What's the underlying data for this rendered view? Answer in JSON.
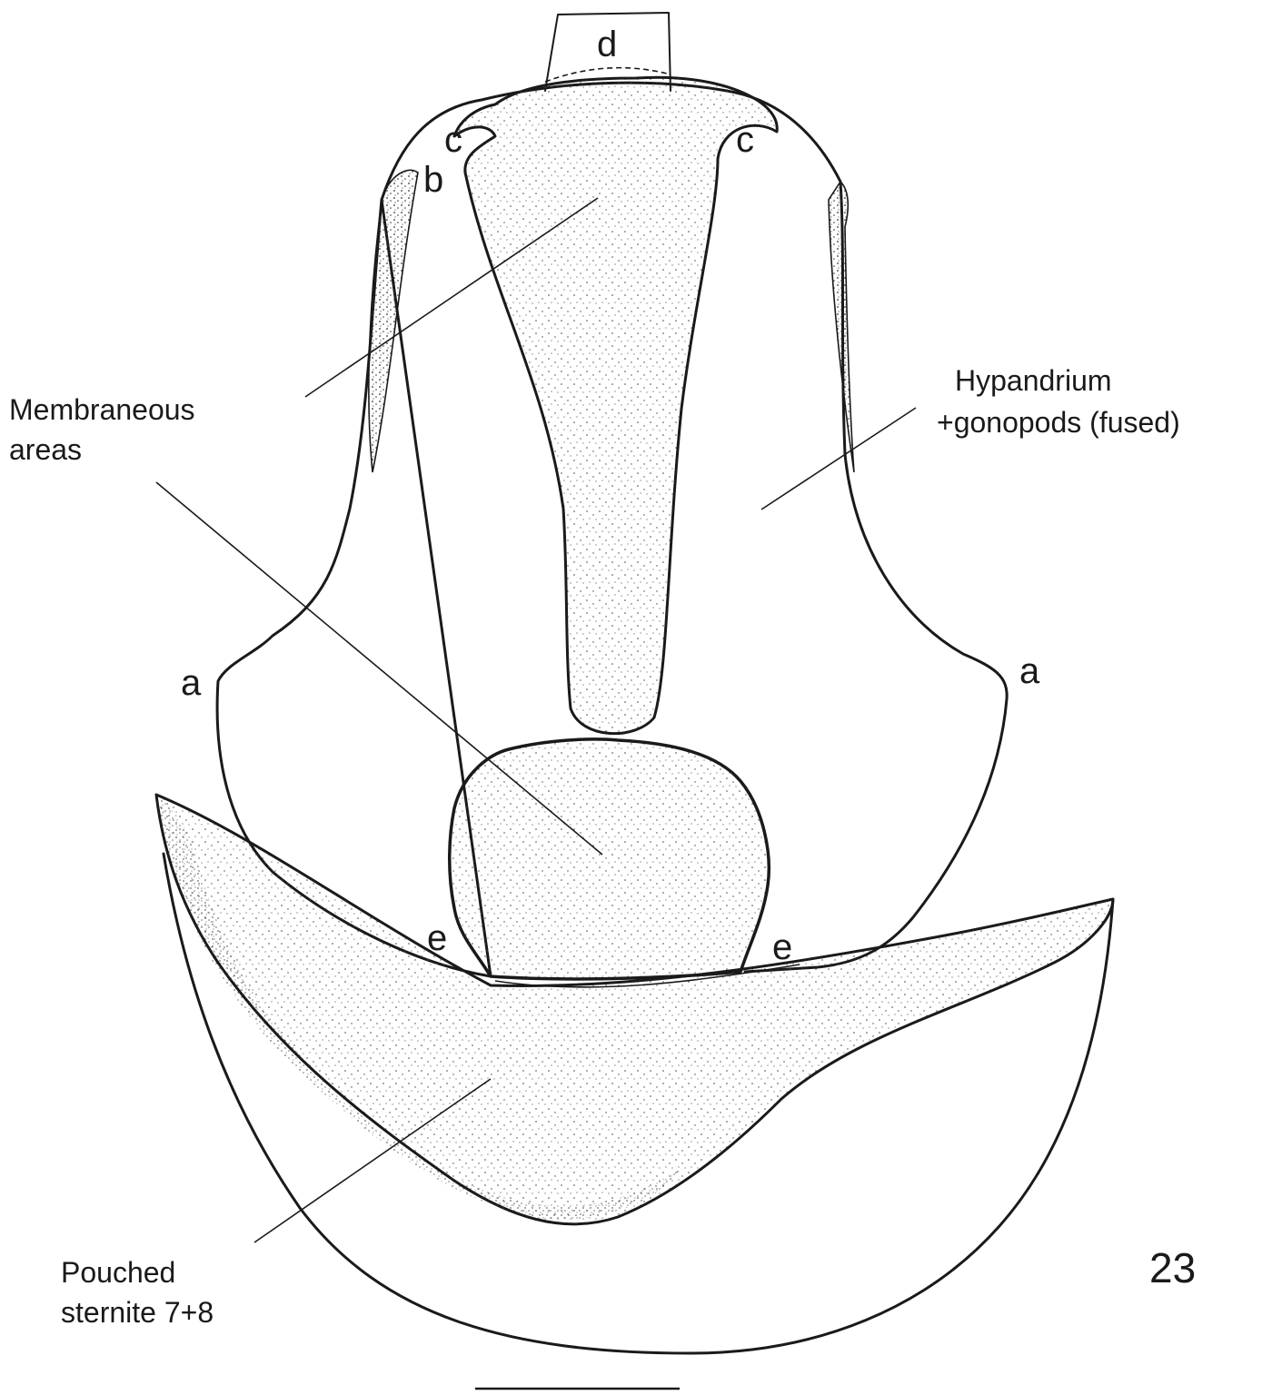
{
  "figure_number": "23",
  "labels": {
    "membraneous_line1": "Membraneous",
    "membraneous_line2": "areas",
    "hypandrium_line1": "Hypandrium",
    "hypandrium_line2": "+gonopods (fused)",
    "pouched_line1": "Pouched",
    "pouched_line2": "sternite 7+8"
  },
  "point_letters": {
    "a": "a",
    "b": "b",
    "c": "c",
    "d": "d",
    "e": "e"
  }
}
